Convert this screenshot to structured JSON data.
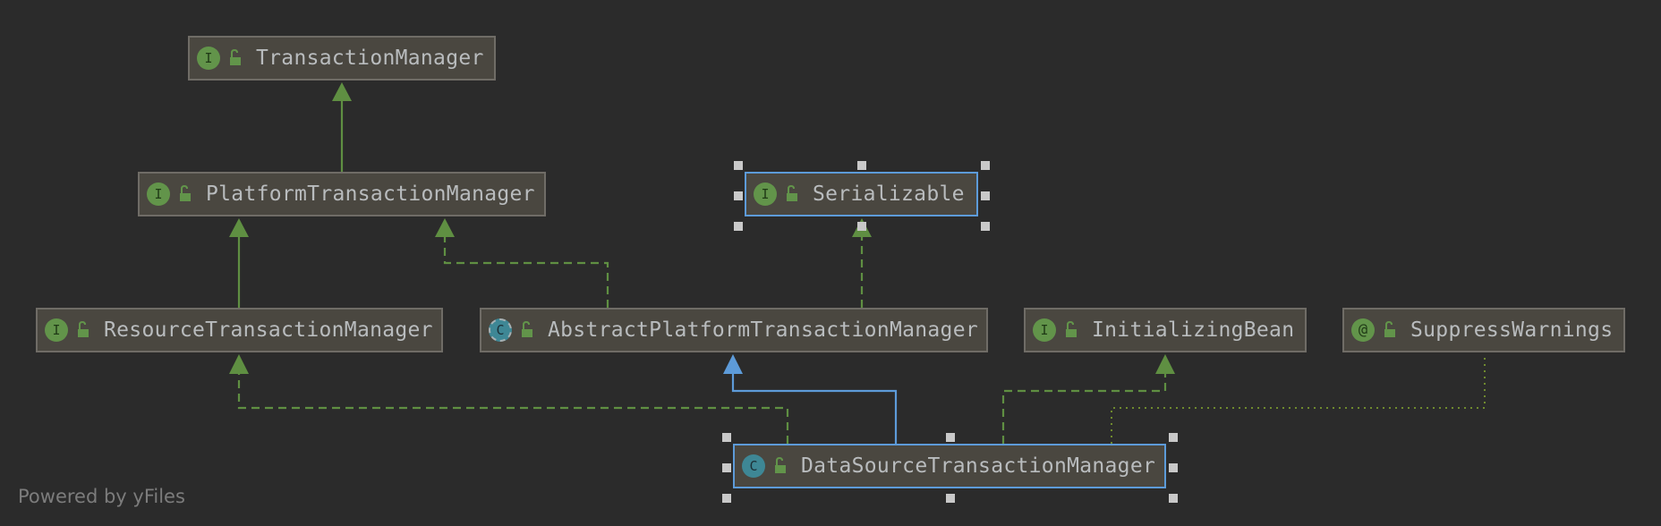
{
  "diagram": {
    "nodes": [
      {
        "id": "transaction-manager",
        "label": "TransactionManager",
        "kind": "interface",
        "badge": "I",
        "selected": false
      },
      {
        "id": "platform-transaction-manager",
        "label": "PlatformTransactionManager",
        "kind": "interface",
        "badge": "I",
        "selected": false
      },
      {
        "id": "serializable",
        "label": "Serializable",
        "kind": "interface",
        "badge": "I",
        "selected": true
      },
      {
        "id": "resource-transaction-manager",
        "label": "ResourceTransactionManager",
        "kind": "interface",
        "badge": "I",
        "selected": false
      },
      {
        "id": "abstract-platform-transaction-manager",
        "label": "AbstractPlatformTransactionManager",
        "kind": "abstract-class",
        "badge": "C",
        "selected": false
      },
      {
        "id": "initializing-bean",
        "label": "InitializingBean",
        "kind": "interface",
        "badge": "I",
        "selected": false
      },
      {
        "id": "suppress-warnings",
        "label": "SuppressWarnings",
        "kind": "annotation",
        "badge": "@",
        "selected": false
      },
      {
        "id": "data-source-transaction-manager",
        "label": "DataSourceTransactionManager",
        "kind": "class",
        "badge": "C",
        "selected": true
      }
    ],
    "edges": [
      {
        "from": "platform-transaction-manager",
        "to": "transaction-manager",
        "relation": "extends"
      },
      {
        "from": "resource-transaction-manager",
        "to": "platform-transaction-manager",
        "relation": "extends"
      },
      {
        "from": "abstract-platform-transaction-manager",
        "to": "platform-transaction-manager",
        "relation": "implements"
      },
      {
        "from": "abstract-platform-transaction-manager",
        "to": "serializable",
        "relation": "implements"
      },
      {
        "from": "data-source-transaction-manager",
        "to": "abstract-platform-transaction-manager",
        "relation": "extends-class"
      },
      {
        "from": "data-source-transaction-manager",
        "to": "resource-transaction-manager",
        "relation": "implements"
      },
      {
        "from": "data-source-transaction-manager",
        "to": "initializing-bean",
        "relation": "implements"
      },
      {
        "from": "data-source-transaction-manager",
        "to": "suppress-warnings",
        "relation": "annotated-with"
      }
    ]
  },
  "colors": {
    "background": "#2b2b2b",
    "node_fill": "#4a4740",
    "node_border": "#6f6c66",
    "selected_border": "#5d9bd9",
    "interface_edge": "#5f8f42",
    "class_edge": "#5d9bd9",
    "annotation_edge": "#6f8a2e",
    "label_text": "#b9bcbe",
    "watermark_text": "#7c7c7c"
  },
  "icons": {
    "visibility": "unlocked-padlock-icon",
    "interface": "interface-badge-icon",
    "class": "class-badge-icon",
    "abstract_class": "abstract-class-badge-icon",
    "annotation": "annotation-badge-icon"
  },
  "footer": {
    "watermark": "Powered by yFiles"
  }
}
